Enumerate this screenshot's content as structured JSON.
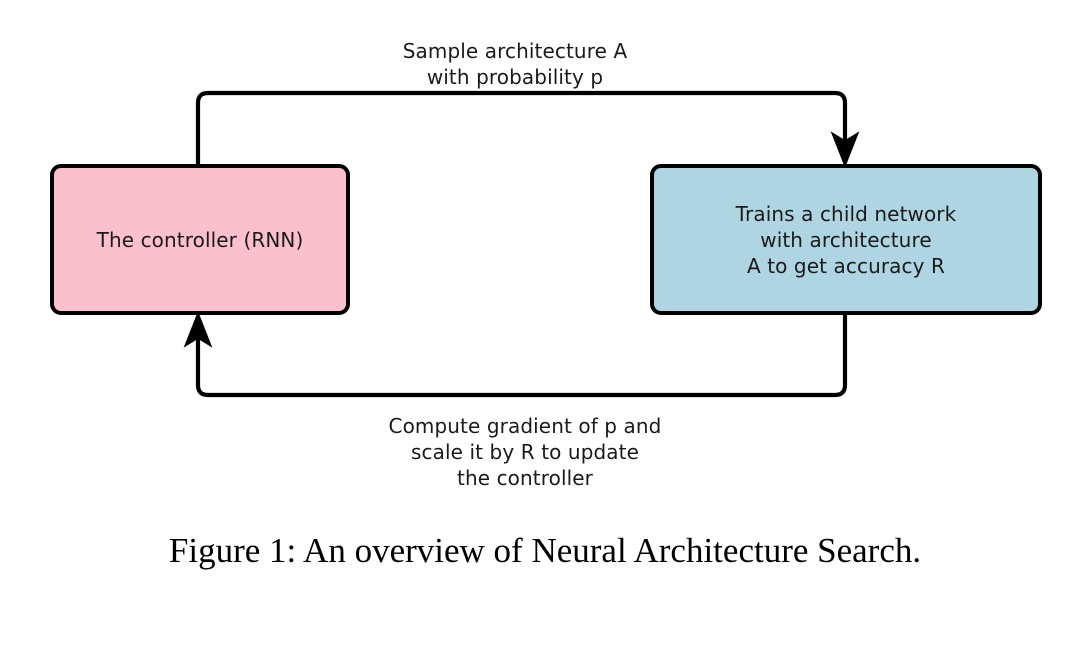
{
  "figure": {
    "caption": "Figure 1: An overview of Neural Architecture Search.",
    "background_color": "#ffffff",
    "stroke_color": "#000000"
  },
  "nodes": [
    {
      "id": "controller",
      "label": "The controller (RNN)",
      "fill_color": "#fac0ce",
      "border_color": "#000000"
    },
    {
      "id": "child-network",
      "label": "Trains a child network\nwith architecture\nA to get accuracy R",
      "fill_color": "#afd5e3",
      "border_color": "#000000"
    }
  ],
  "edges": [
    {
      "id": "sample-edge",
      "from": "controller",
      "to": "child-network",
      "label": "Sample architecture A\nwith probability p",
      "direction": "top",
      "arrowhead": "filled-triangle"
    },
    {
      "id": "gradient-edge",
      "from": "child-network",
      "to": "controller",
      "label": "Compute gradient of p and\nscale it by R to update\nthe controller",
      "direction": "bottom",
      "arrowhead": "filled-triangle"
    }
  ]
}
